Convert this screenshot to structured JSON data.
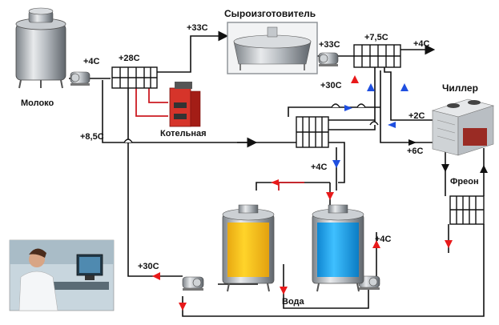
{
  "labels": {
    "milk": "Молоко",
    "cheese_maker": "Сыроизготовитель",
    "boiler": "Котельная",
    "chiller": "Чиллер",
    "freon": "Фреон",
    "water": "Вода"
  },
  "temps": {
    "t_plus4_milk": "+4C",
    "t_plus28": "+28C",
    "t_plus33_top": "+33C",
    "t_plus33_right": "+33C",
    "t_plus7_5": "+7,5C",
    "t_plus4_out": "+4C",
    "t_plus30_mid": "+30C",
    "t_plus2": "+2C",
    "t_plus8_5": "+8,5C",
    "t_plus6": "+6C",
    "t_plus4_mid": "+4C",
    "t_plus4_tank": "+4C",
    "t_plus30_bottom": "+30C"
  },
  "colors": {
    "pipe": "#111111",
    "hot_arrow": "#e8191a",
    "cold_arrow": "#1f4fe0",
    "hot_pipe": "#cc1b22",
    "yellow_tank": "#f9c51a",
    "blue_tank": "#1ea7f0",
    "boiler_red": "#d6342a"
  },
  "icons": {
    "milk_tank": "steel-tank-icon",
    "cheese_vat": "cheese-vat-icon",
    "boiler": "boiler-icon",
    "chiller": "chiller-unit-icon",
    "heat_exchanger": "plate-heat-exchanger-icon",
    "pump": "pump-icon",
    "operator": "operator-photo-icon"
  }
}
